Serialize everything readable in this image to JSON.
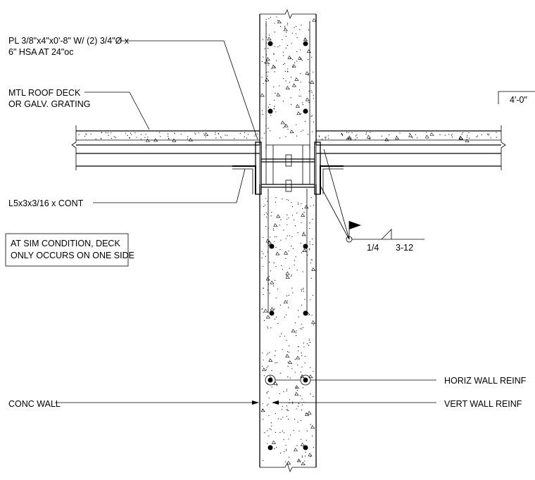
{
  "notes": {
    "plate": [
      "PL 3/8\"x4\"x0'-8\" W/ (2) 3/4\"Ø x",
      "6\" HSA AT 24\"oc"
    ],
    "deck": [
      "MTL ROOF DECK",
      "OR GALV. GRATING"
    ],
    "angle": "L5x3x3/16 x CONT",
    "sim_condition": [
      "AT SIM CONDITION, DECK",
      "ONLY OCCURS ON ONE SIDE"
    ],
    "elevation": "4'-0\"",
    "weld_size": "1/4",
    "weld_pitch": "3-12",
    "horiz_reinf": "HORIZ WALL REINF",
    "vert_reinf": "VERT WALL REINF",
    "conc_wall": "CONC WALL"
  },
  "colors": {
    "line": "#000000",
    "background": "#ffffff"
  }
}
